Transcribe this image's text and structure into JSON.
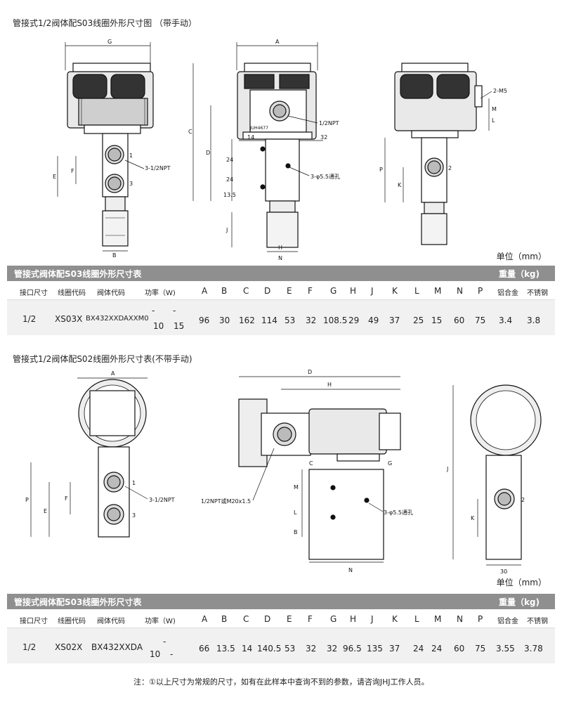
{
  "section1": {
    "title": "管接式1/2阀体配S03线圈外形尺寸图 （带手动）",
    "labels": {
      "G": "G",
      "A": "A",
      "C": "C",
      "D": "D",
      "E": "E",
      "F": "F",
      "B": "B",
      "H": "H",
      "J": "J",
      "N": "N",
      "K": "K",
      "L": "L",
      "M": "M",
      "P": "P",
      "n14": "14",
      "n32": "32",
      "n24a": "24",
      "n24b": "24",
      "n135": "13.5",
      "port1": "1",
      "port2": "2",
      "port3": "3",
      "npt312": "3-1/2NPT",
      "npt12": "1/2NPT",
      "holes": "3-φ5.5通孔",
      "m5": "2-M5",
      "jnh": "JUH4677"
    },
    "unit": "单位（mm）",
    "table": {
      "title": "管接式阀体配S03线圈外形尺寸表",
      "weight_label": "重量（kg)",
      "headers": [
        "接口尺寸",
        "线圈代码",
        "阀体代码",
        "功率（W)",
        "A",
        "B",
        "C",
        "D",
        "E",
        "F",
        "G",
        "H",
        "J",
        "K",
        "L",
        "M",
        "N",
        "P",
        "铝合金",
        "不锈钢"
      ],
      "values": [
        "1/2",
        "XS03X",
        "BX432XXDAXXM0",
        "-",
        "96",
        "30",
        "162",
        "114",
        "53",
        "32",
        "108.5",
        "29",
        "49",
        "37",
        "25",
        "15",
        "60",
        "75",
        "3.4",
        "3.8"
      ],
      "power_a": "10",
      "power_b": "15"
    }
  },
  "section2": {
    "title": "管接式1/2阀体配S02线圈外形尺寸表(不带手动)",
    "labels": {
      "A": "A",
      "D": "D",
      "H": "H",
      "C": "C",
      "G": "G",
      "P": "P",
      "E": "E",
      "F": "F",
      "J": "J",
      "K": "K",
      "M": "M",
      "L": "L",
      "B": "B",
      "N": "N",
      "n30": "30",
      "port1": "1",
      "port2": "2",
      "port3": "3",
      "npt312": "3-1/2NPT",
      "npt_m20": "1/2NPT或M20x1.5",
      "holes": "3-φ5.5通孔"
    },
    "unit": "单位（mm）",
    "table": {
      "title": "管接式阀体配S03线圈外形尺寸表",
      "weight_label": "重量（kg)",
      "headers": [
        "接口尺寸",
        "线圈代码",
        "阀体代码",
        "功率（W)",
        "A",
        "B",
        "C",
        "D",
        "E",
        "F",
        "G",
        "H",
        "J",
        "K",
        "L",
        "M",
        "N",
        "P",
        "铝合金",
        "不锈钢"
      ],
      "values": [
        "1/2",
        "XS02X",
        "BX432XXDA",
        "-",
        "66",
        "13.5",
        "14",
        "140.5",
        "53",
        "32",
        "32",
        "96.5",
        "135",
        "37",
        "24",
        "24",
        "60",
        "75",
        "3.55",
        "3.78"
      ],
      "power_a": "10"
    }
  },
  "note": "注：①以上尺寸为常规的尺寸，如有在此样本中查询不到的参数，请咨询JHJ工作人员。"
}
